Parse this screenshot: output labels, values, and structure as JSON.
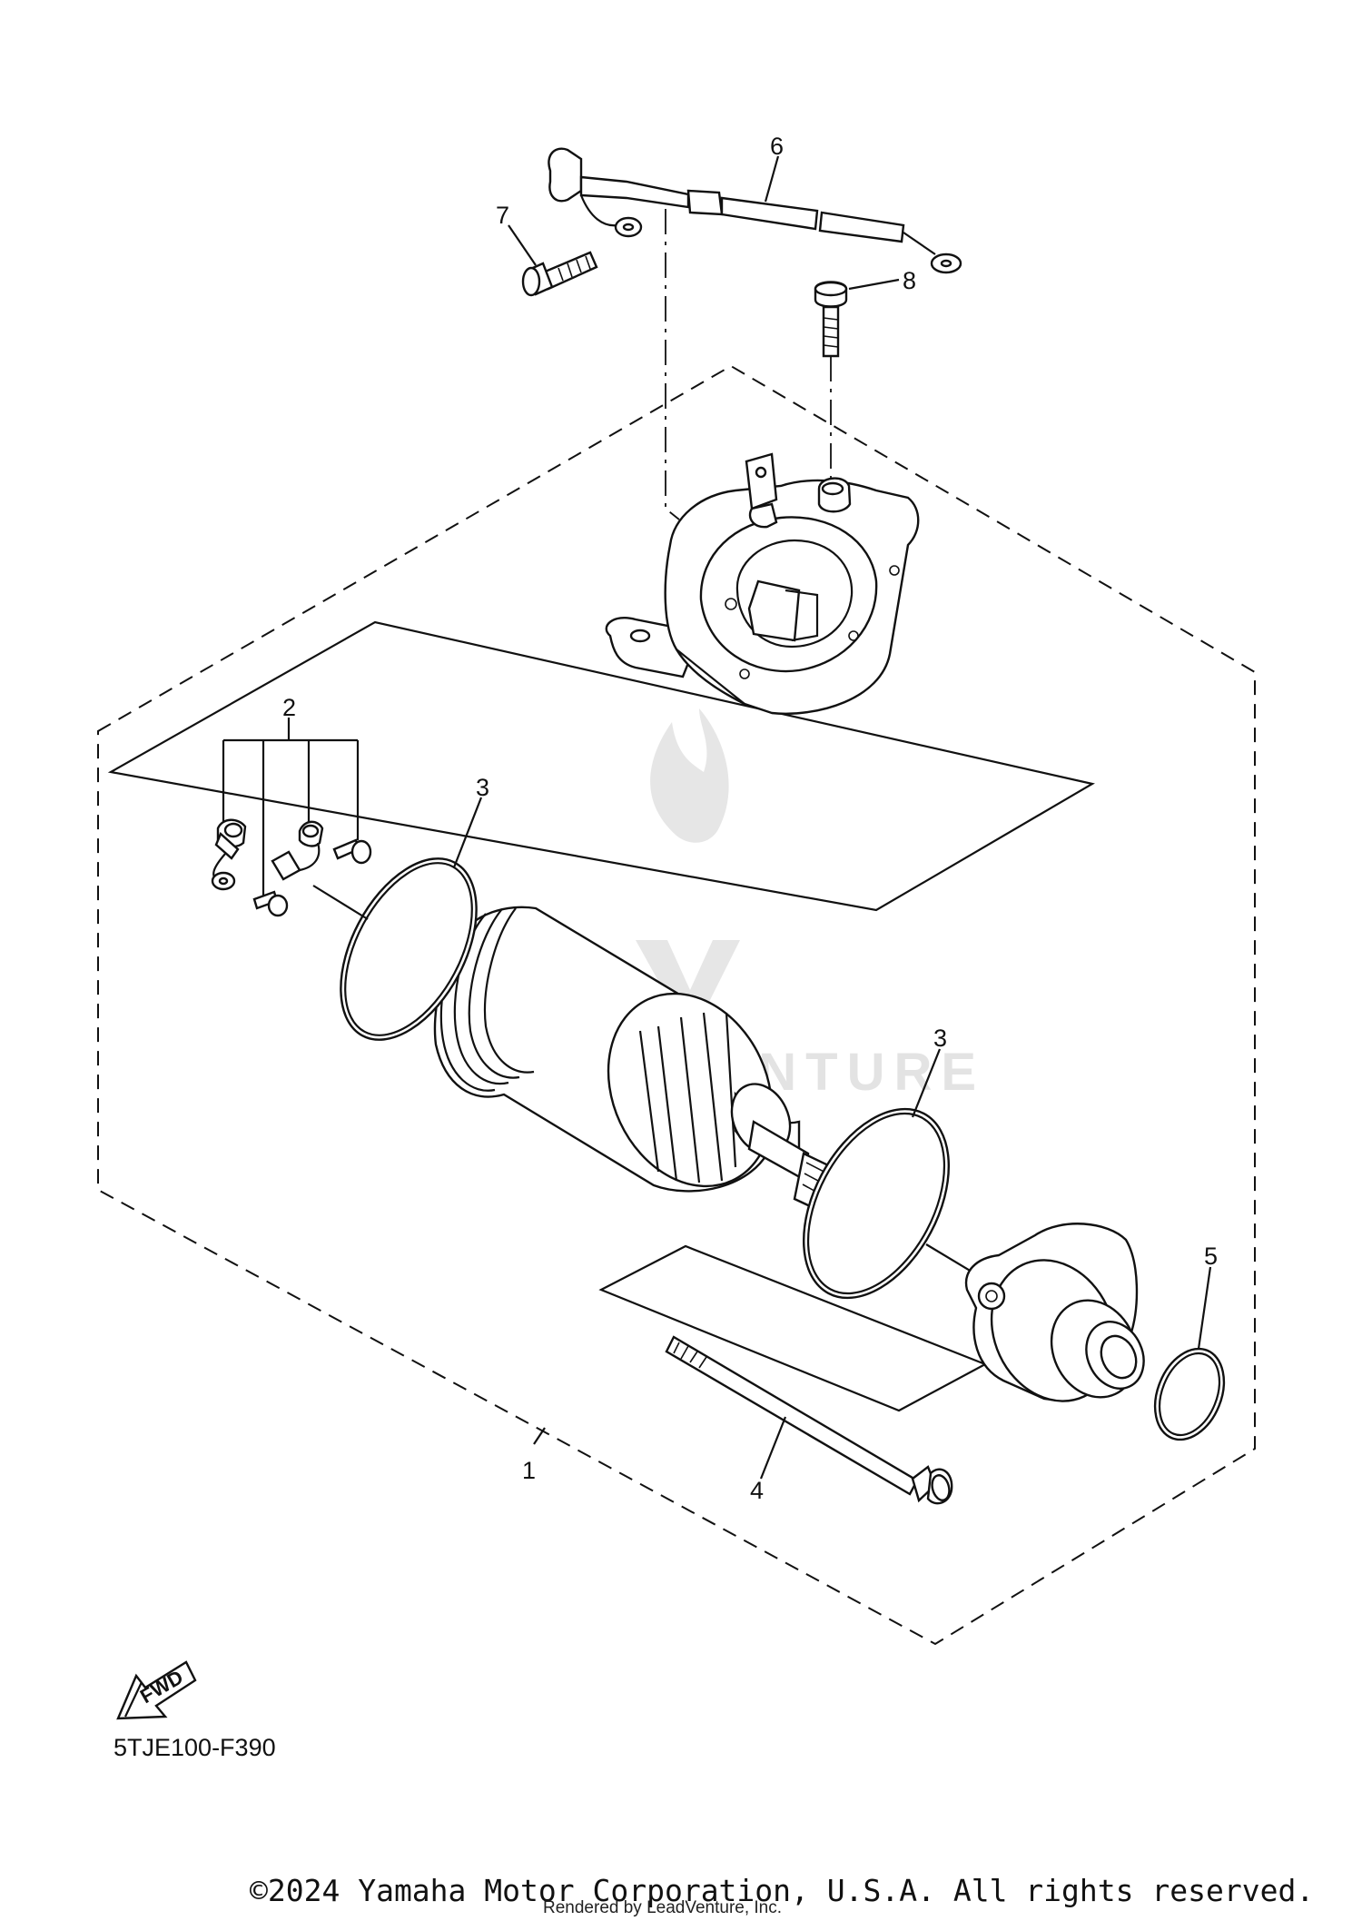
{
  "diagram": {
    "callouts": {
      "part_1": "1",
      "part_2": "2",
      "part_3_upper": "3",
      "part_3_lower": "3",
      "part_4": "4",
      "part_5": "5",
      "part_6": "6",
      "part_7": "7",
      "part_8": "8"
    },
    "fwd_label": "FWD",
    "diagram_code": "5TJE100-F390",
    "watermark": "LEADVENTURE"
  },
  "footer": {
    "copyright": "©2024 Yamaha Motor Corporation, U.S.A. All rights reserved.",
    "rendered_by": "Rendered by LeadVenture, Inc."
  }
}
